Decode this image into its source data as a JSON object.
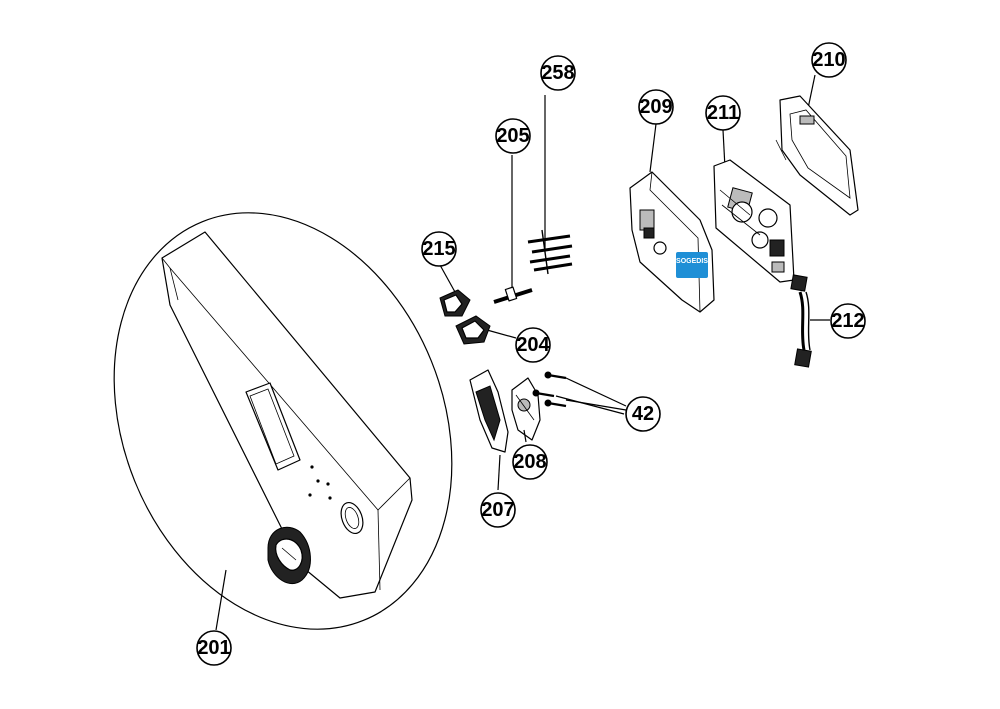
{
  "diagram": {
    "callouts": [
      {
        "id": "258",
        "label": "258"
      },
      {
        "id": "205",
        "label": "205"
      },
      {
        "id": "209",
        "label": "209"
      },
      {
        "id": "211",
        "label": "211"
      },
      {
        "id": "210",
        "label": "210"
      },
      {
        "id": "215",
        "label": "215"
      },
      {
        "id": "204",
        "label": "204"
      },
      {
        "id": "212",
        "label": "212"
      },
      {
        "id": "42",
        "label": "42"
      },
      {
        "id": "208",
        "label": "208"
      },
      {
        "id": "207",
        "label": "207"
      },
      {
        "id": "201",
        "label": "201"
      }
    ],
    "watermark": {
      "brand": "SOGEDIS",
      "color": "#1f8fd6"
    }
  }
}
